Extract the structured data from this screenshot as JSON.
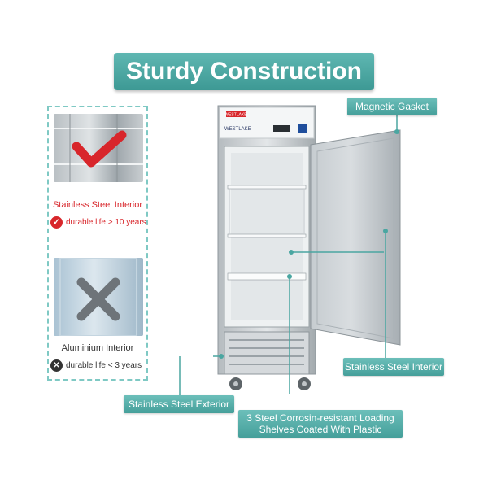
{
  "title": "Sturdy Construction",
  "left_panel": {
    "stainless": {
      "caption": "Stainless Steel Interior",
      "life": "durable life > 10 years"
    },
    "aluminium": {
      "caption": "Aluminium Interior",
      "life": "durable life < 3 years"
    }
  },
  "product": {
    "brand": "WESTLAKE",
    "badge": "WESTLAKE"
  },
  "labels": {
    "gasket": "Magnetic Gasket",
    "interior": "Stainless Steel Interior",
    "exterior": "Stainless Steel Exterior",
    "shelves_line1": "3 Steel Corrosin-resistant Loading",
    "shelves_line2": "Shelves Coated With Plastic"
  },
  "colors": {
    "accent": "#4aa6a1",
    "check_red": "#d8262b",
    "dark": "#333333"
  },
  "icons": [
    "check-mark-icon",
    "x-mark-icon",
    "check-circle-icon",
    "x-circle-icon"
  ]
}
